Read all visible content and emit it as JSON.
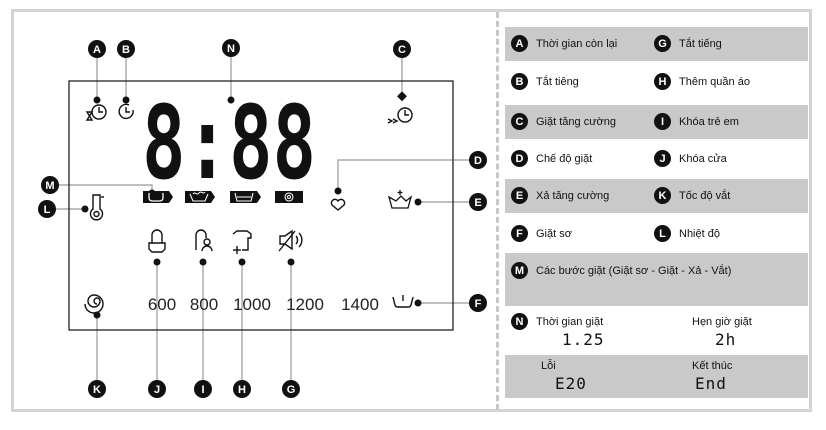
{
  "display": {
    "digits": "8:88",
    "speeds": [
      "600",
      "800",
      "1000",
      "1200",
      "1400"
    ],
    "markers": {
      "A": "A",
      "B": "B",
      "C": "C",
      "D": "D",
      "E": "E",
      "F": "F",
      "G": "G",
      "H": "H",
      "I": "I",
      "J": "J",
      "K": "K",
      "L": "L",
      "M": "M",
      "N": "N"
    }
  },
  "legend": {
    "rows": [
      {
        "left": {
          "badge": "A",
          "text": "Thời gian còn lại"
        },
        "right": {
          "badge": "G",
          "text": "Tắt tiếng"
        }
      },
      {
        "left": {
          "badge": "B",
          "text": "Tắt tiêng"
        },
        "right": {
          "badge": "H",
          "text": "Thêm quần áo"
        }
      },
      {
        "left": {
          "badge": "C",
          "text": "Giặt tăng cường"
        },
        "right": {
          "badge": "I",
          "text": "Khóa trẻ em"
        }
      },
      {
        "left": {
          "badge": "D",
          "text": "Chế độ giặt"
        },
        "right": {
          "badge": "J",
          "text": "Khóa cửa"
        }
      },
      {
        "left": {
          "badge": "E",
          "text": "Xả tăng cường"
        },
        "right": {
          "badge": "K",
          "text": "Tốc độ vắt"
        }
      },
      {
        "left": {
          "badge": "F",
          "text": "Giặt sơ"
        },
        "right": {
          "badge": "L",
          "text": "Nhiệt độ"
        }
      }
    ],
    "m": {
      "badge": "M",
      "text": "Các bước giặt (Giặt sơ - Giặt - Xả - Vắt)"
    },
    "n": {
      "badge": "N",
      "wash_time_label": "Thời gian giặt",
      "wash_time_value": "1.25",
      "timer_label": "Hẹn giờ giặt",
      "timer_value": "2h"
    },
    "error": {
      "label": "Lỗi",
      "value": "E20"
    },
    "end": {
      "label": "Kết thúc",
      "value": "End"
    }
  }
}
